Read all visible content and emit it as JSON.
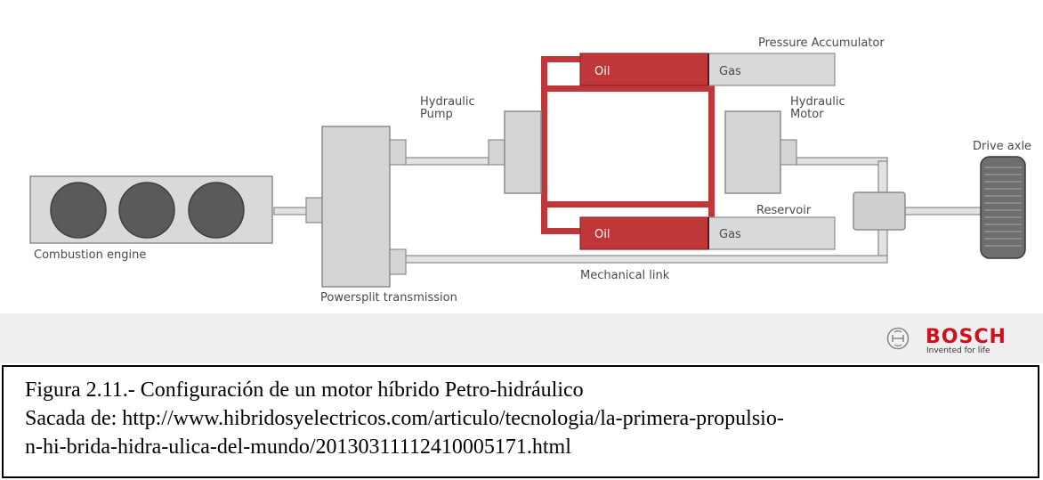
{
  "diagram": {
    "labels": {
      "combustion_engine": "Combustion engine",
      "powersplit_transmission": "Powersplit transmission",
      "hydraulic_pump_line1": "Hydraulic",
      "hydraulic_pump_line2": "Pump",
      "hydraulic_motor_line1": "Hydraulic",
      "hydraulic_motor_line2": "Motor",
      "pressure_accumulator": "Pressure Accumulator",
      "reservoir": "Reservoir",
      "mechanical_link": "Mechanical link",
      "drive_axle": "Drive axle",
      "oil_top": "Oil",
      "gas_top": "Gas",
      "oil_bottom": "Oil",
      "gas_bottom": "Gas"
    },
    "colors": {
      "hydraulic_red": "#c0373a",
      "component_gray": "#d4d4d4",
      "engine_dark": "#5a5a5a"
    }
  },
  "brand": {
    "name": "BOSCH",
    "tagline": "Invented for life",
    "color": "#d0101b"
  },
  "caption": {
    "line1": "Figura 2.11.- Configuración de un motor híbrido Petro-hidráulico",
    "line2": "Sacada de: http://www.hibridosyelectricos.com/articulo/tecnologia/la-primera-propulsio-",
    "line3": "n-hi-brida-hidra-ulica-del-mundo/20130311112410005171.html"
  }
}
